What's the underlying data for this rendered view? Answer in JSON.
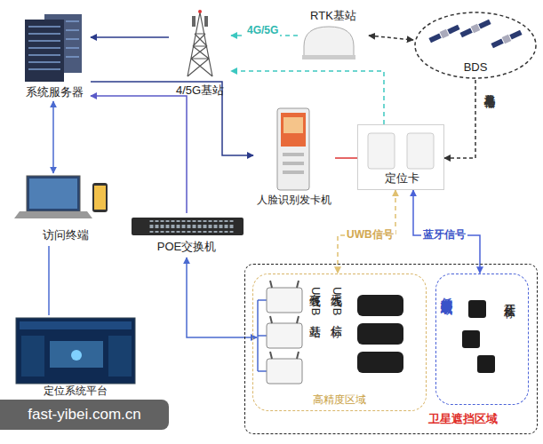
{
  "diagram": {
    "nodes": [
      {
        "text": [
          "系统服务器"
        ]
      },
      {
        "text": [
          "4/5G基站"
        ]
      },
      {
        "text": [
          "RTK基站"
        ]
      },
      {
        "text": [
          "BDS"
        ]
      },
      {
        "text": [
          "人脸识别发卡机"
        ]
      },
      {
        "text": [
          "定位卡"
        ]
      },
      {
        "text": [
          "访问终端"
        ]
      },
      {
        "text": [
          "POE交换机"
        ]
      },
      {
        "text": [
          "定位系统平台"
        ]
      },
      {
        "text": [
          "卫星遮挡区域"
        ]
      },
      {
        "text": [
          "高精度区域"
        ],
        "in": 9
      },
      {
        "text": [
          "有线UWB基站"
        ],
        "in": 10
      },
      {
        "text": [
          "无线UWB信标"
        ],
        "in": 10
      },
      {
        "text": [
          "低精度要求区域"
        ],
        "in": 9
      },
      {
        "text": [
          "蓝牙信标"
        ],
        "in": 13
      }
    ],
    "edges": [
      {
        "from": 1,
        "to": 0,
        "arrow": "to"
      },
      {
        "from": 2,
        "to": 1,
        "arrow": "to",
        "label": "4G/5G"
      },
      {
        "from": 2,
        "to": 3,
        "arrow": "both"
      },
      {
        "from": 5,
        "to": 1,
        "arrow": "to"
      },
      {
        "from": 0,
        "to": 4,
        "arrow": "to"
      },
      {
        "from": 4,
        "to": 5,
        "arrow": "none"
      },
      {
        "from": 3,
        "to": 5,
        "arrow": "to",
        "label": "北斗卫星信号"
      },
      {
        "from": 0,
        "to": 6,
        "arrow": "both"
      },
      {
        "from": 6,
        "to": 8,
        "arrow": "none"
      },
      {
        "from": 7,
        "to": 0,
        "arrow": "to"
      },
      {
        "from": 7,
        "to": 11,
        "arrow": "both"
      },
      {
        "from": 5,
        "to": 10,
        "arrow": "both",
        "label": "UWB信号"
      },
      {
        "from": 5,
        "to": 13,
        "arrow": "both",
        "label": "蓝牙信号"
      }
    ],
    "labels": [
      "fast-yibei.com.cn"
    ]
  }
}
